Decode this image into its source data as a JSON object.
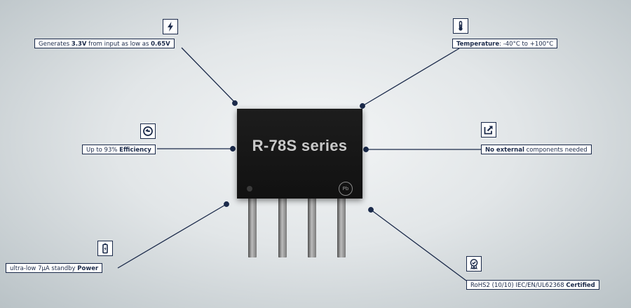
{
  "chip": {
    "title": "R-78S series",
    "mark": "Pb"
  },
  "features": {
    "voltage": {
      "text_pre": "Generates ",
      "bold1": "3.3V",
      "text_mid": " from input as low as ",
      "bold2": "0.65V",
      "icon": "lightning-icon"
    },
    "efficiency": {
      "text_pre": "Up to 93% ",
      "bold": "Efficiency",
      "icon": "gauge-icon"
    },
    "standby": {
      "text_pre": "ultra-low 7µA standby ",
      "bold": "Power",
      "icon": "battery-icon"
    },
    "temperature": {
      "bold": "Temperature",
      "text_post": ":  -40°C to +100°C",
      "icon": "thermometer-icon"
    },
    "external": {
      "bold": "No external",
      "text_post": " components needed",
      "icon": "external-arrow-icon"
    },
    "certified": {
      "text_pre": "RoHS2 (10/10) IEC/EN/UL62368 ",
      "bold": "Certified",
      "icon": "certificate-badge-icon"
    }
  },
  "colors": {
    "navy": "#1b2a4a",
    "chip": "#151515",
    "chip_text": "#c9c9c9"
  }
}
